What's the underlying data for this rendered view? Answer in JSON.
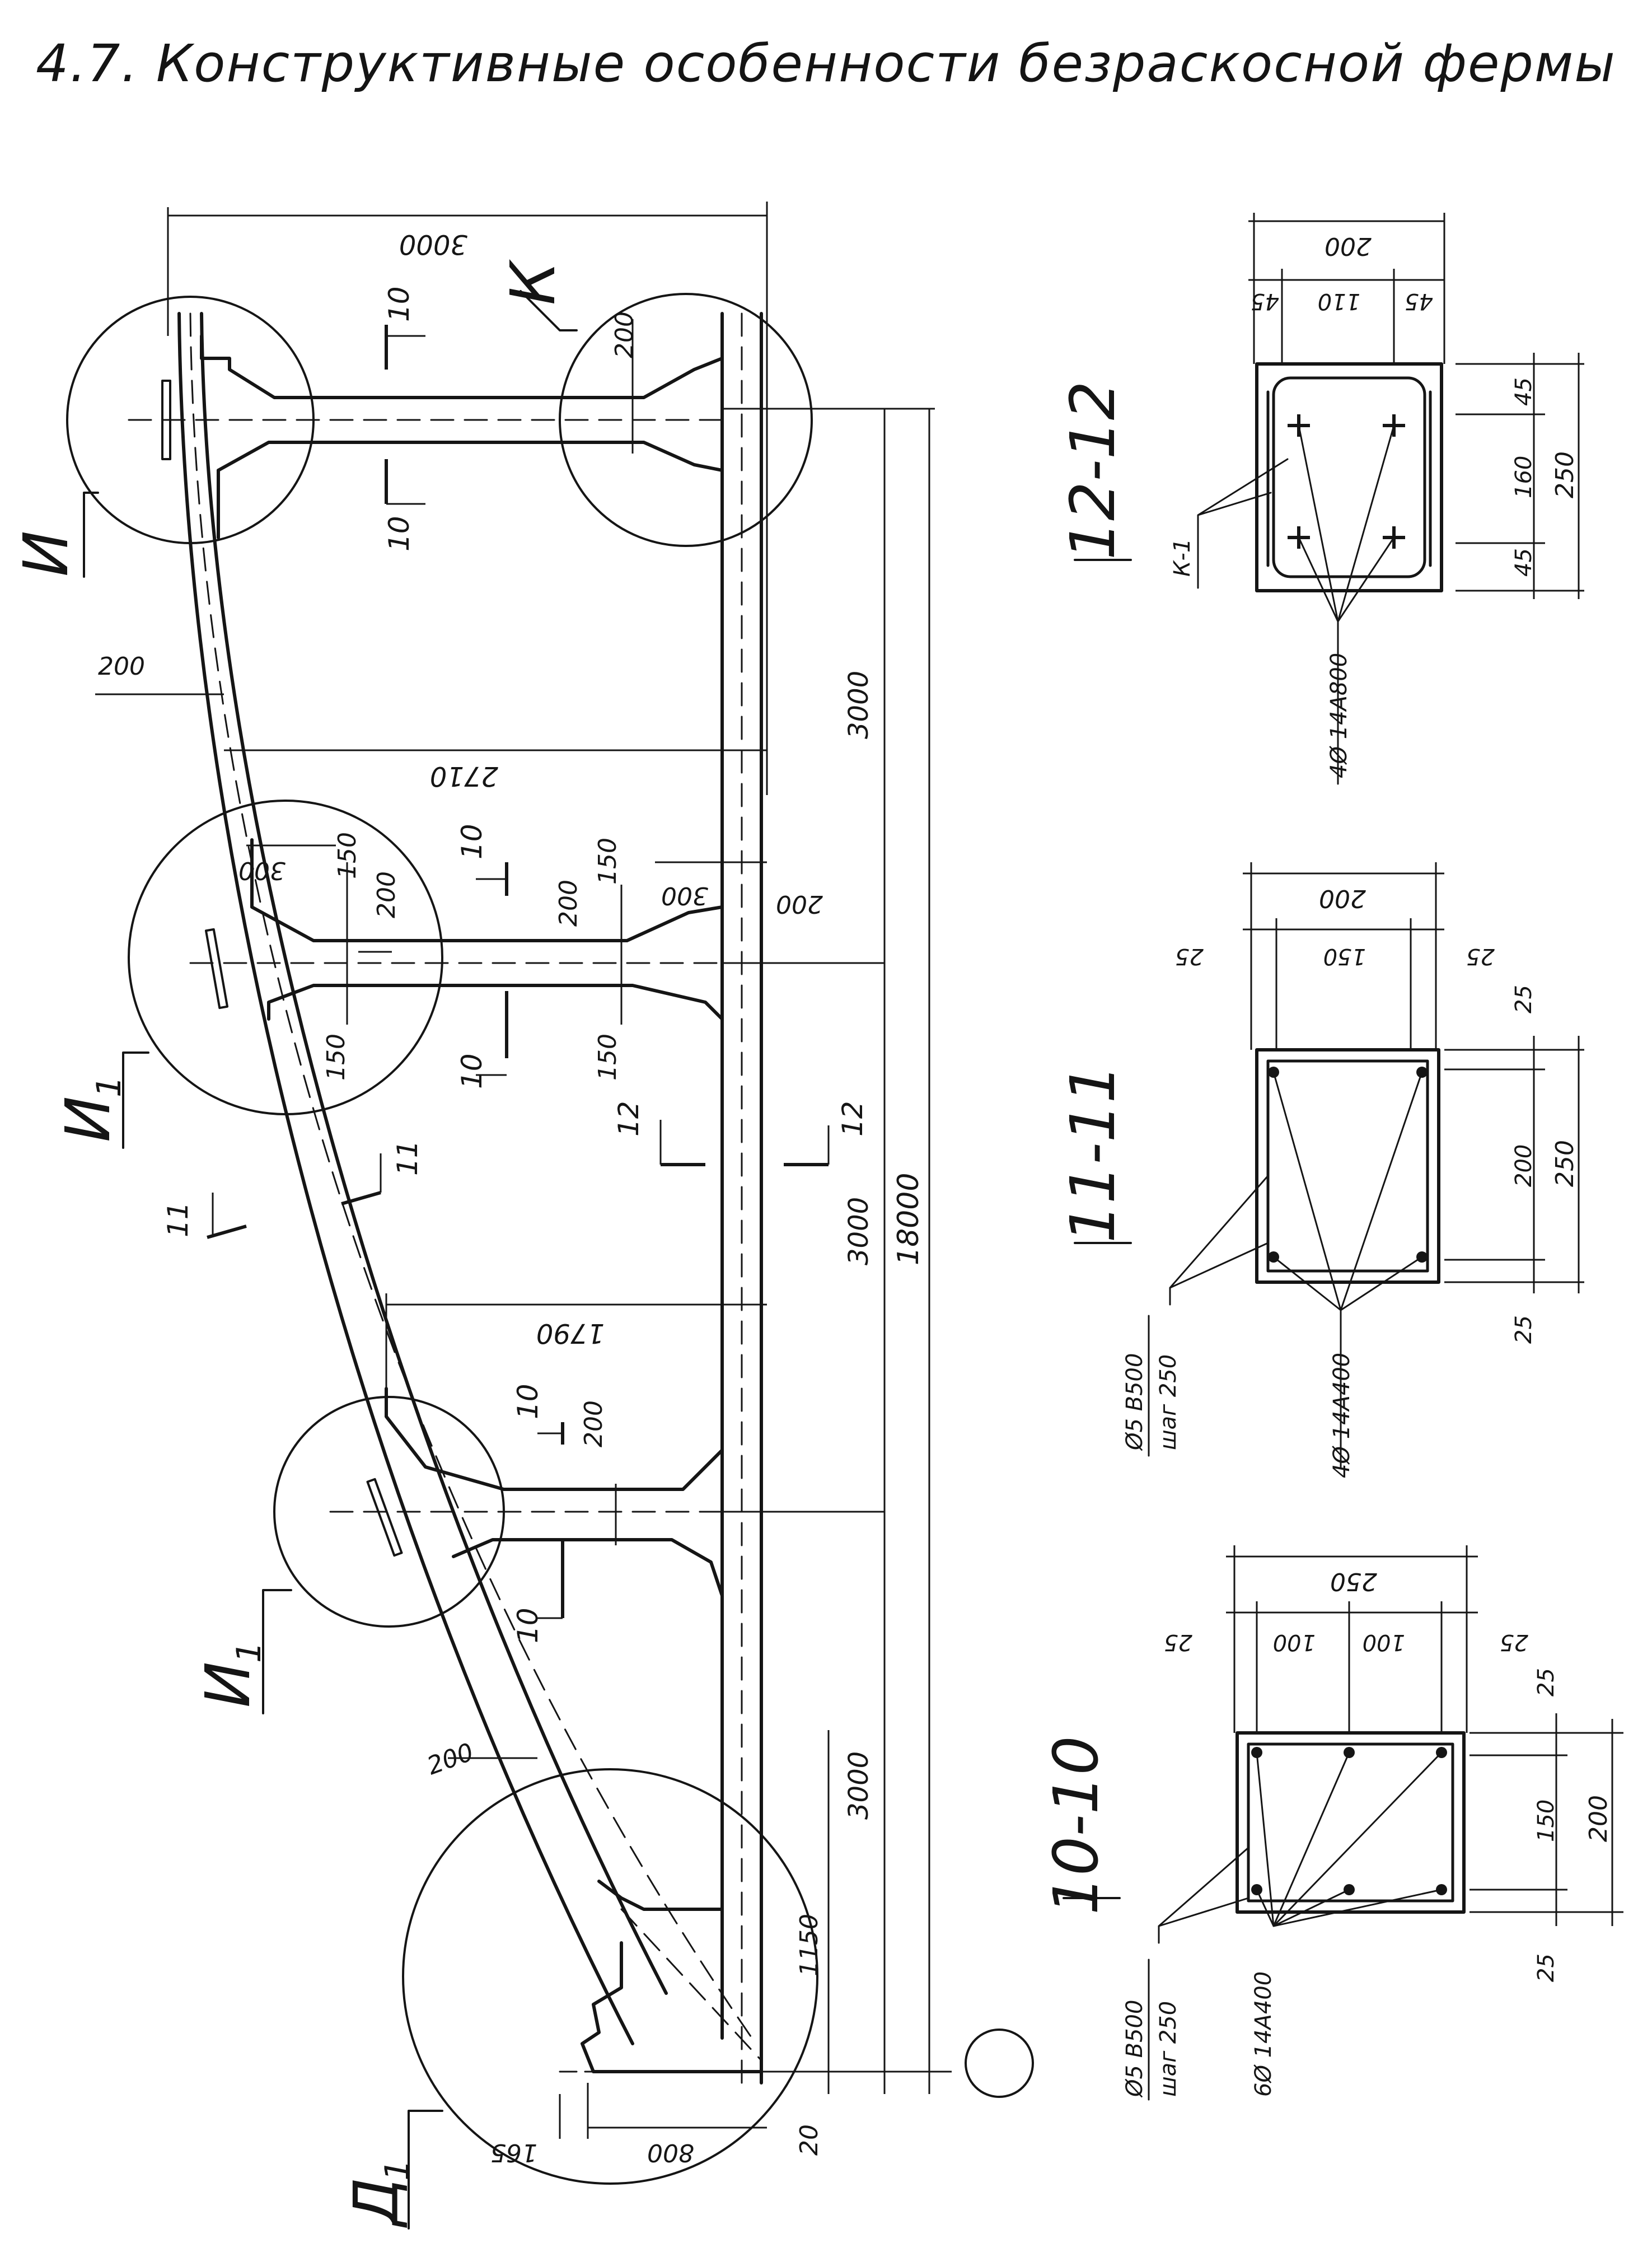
{
  "title": "4.7. Конструктивные особенности безраскосной фермы",
  "truss": {
    "dims": {
      "top_3000": "3000",
      "top_200_k": "200",
      "left_200": "200",
      "mid_2710": "2710",
      "node_300_left": "300",
      "node_150_a": "150",
      "node_200_a": "200",
      "node_200_b": "200",
      "node_150_b": "150",
      "node_300_right": "300",
      "right_200": "200",
      "node_150_c": "150",
      "node_150_d": "150",
      "low_1790": "1790",
      "low_200_post": "200",
      "bottom_200": "200",
      "seg_3000_a": "3000",
      "seg_3000_b": "3000",
      "seg_3000_c": "3000",
      "span_18000": "18000",
      "sup_1150": "1150",
      "sup_20": "20",
      "sup_165": "165",
      "sup_800": "800"
    },
    "section_marks": {
      "s10_top_a": "10",
      "s10_top_b": "10",
      "s10_mid_a": "10",
      "s10_mid_b": "10",
      "s10_low_a": "10",
      "s10_low_b": "10",
      "s11_a": "11",
      "s11_b": "11",
      "s12_a": "12",
      "s12_b": "12"
    },
    "node_labels": {
      "i": "И",
      "k": "К",
      "i1_a": "И",
      "i1_a_sub": "1",
      "i1_b": "И",
      "i1_b_sub": "1",
      "d1": "Д",
      "d1_sub": "1"
    }
  },
  "sections": {
    "s12": {
      "label": "12-12",
      "width": "200",
      "w45a": "45",
      "w110": "110",
      "w45b": "45",
      "h45a": "45",
      "h160": "160",
      "h45b": "45",
      "height": "250",
      "cage": "К-1",
      "bars": "4Ø 14А800"
    },
    "s11": {
      "label": "11-11",
      "width": "200",
      "w25a": "25",
      "w150": "150",
      "w25b": "25",
      "h25a": "25",
      "h200": "200",
      "h25b": "25",
      "height": "250",
      "stirrup": "Ø5 В500",
      "step": "шаг 250",
      "bars": "4Ø 14А400"
    },
    "s10": {
      "label": "10-10",
      "width": "250",
      "w25a": "25",
      "w100a": "100",
      "w100b": "100",
      "w25b": "25",
      "h25a": "25",
      "h150": "150",
      "h25b": "25",
      "height": "200",
      "stirrup": "Ø5 В500",
      "step": "шаг 250",
      "bars": "6Ø 14А400"
    }
  }
}
